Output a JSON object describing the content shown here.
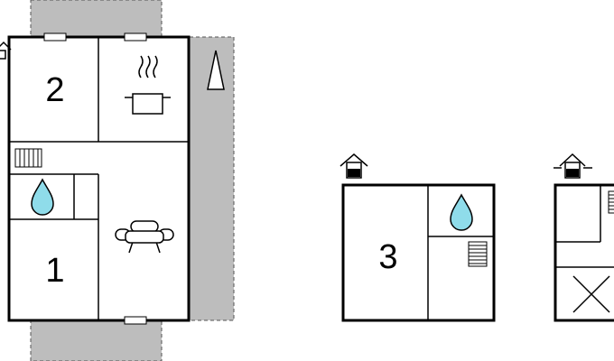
{
  "plans": [
    {
      "name": "main-house",
      "rooms": [
        {
          "label": "2",
          "type": "bedroom"
        },
        {
          "label": "1",
          "type": "bedroom"
        },
        {
          "type": "kitchen",
          "icon": "cooking-pot-icon"
        },
        {
          "type": "bathroom",
          "icon": "water-drop-icon"
        },
        {
          "type": "living-room",
          "icon": "sofa-icon"
        },
        {
          "type": "hallway",
          "icon": "radiator-icon"
        }
      ],
      "outdoor": [
        "terrace-top",
        "terrace-bottom",
        "terrace-side"
      ],
      "extras": [
        "tree-icon",
        "entrance-icon"
      ]
    },
    {
      "name": "annex-a",
      "rooms": [
        {
          "label": "3",
          "type": "bedroom"
        },
        {
          "type": "bathroom",
          "icon": "water-drop-icon"
        },
        {
          "type": "utility",
          "icon": "radiator-icon"
        }
      ],
      "extras": [
        "entrance-icon"
      ]
    },
    {
      "name": "annex-b",
      "rooms": [
        {
          "type": "storage"
        },
        {
          "type": "open-area",
          "icon": "cross-icon"
        }
      ],
      "extras": [
        "entrance-icon"
      ]
    }
  ],
  "colors": {
    "terrace": "#bdbdbd",
    "wall": "#000000",
    "drop": "#8fdcea"
  }
}
